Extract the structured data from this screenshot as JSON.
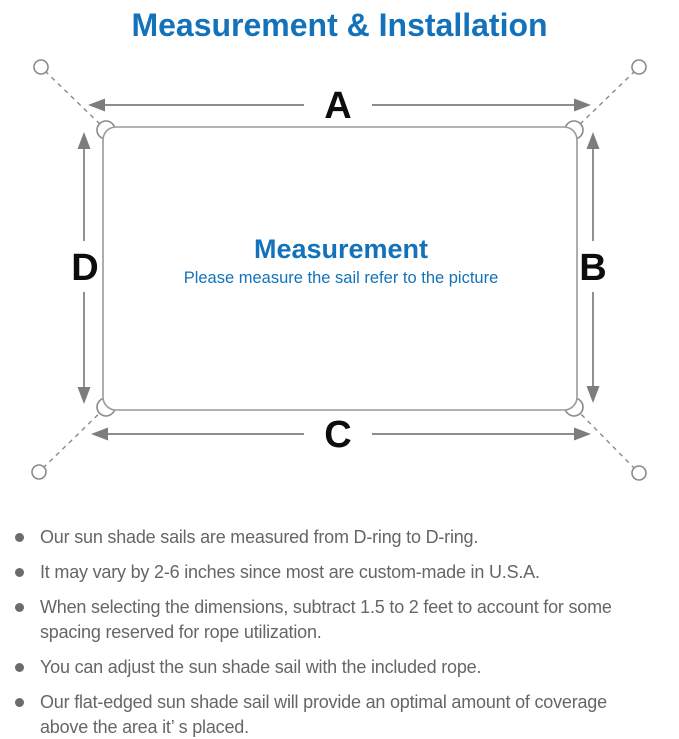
{
  "title": "Measurement & Installation",
  "diagram": {
    "side_labels": {
      "top": "A",
      "right": "B",
      "bottom": "C",
      "left": "D"
    },
    "center_heading": "Measurement",
    "center_subtext": "Please measure the sail refer to the picture"
  },
  "notes": [
    "Our sun shade sails are measured from D-ring to D-ring.",
    "It may vary by 2-6 inches since most are custom-made in U.S.A.",
    "When selecting the dimensions, subtract 1.5 to 2 feet to account for some spacing reserved for rope utilization.",
    "You can adjust the sun shade sail with the included rope.",
    "Our flat-edged sun shade sail will provide an optimal amount of coverage above the area it’ s placed."
  ],
  "colors": {
    "accent_blue": "#1372b9",
    "label_black": "#0d0d0d",
    "arrow_gray": "#7d7d7d",
    "outline_gray": "#9a9a9a",
    "note_gray": "#666666"
  }
}
